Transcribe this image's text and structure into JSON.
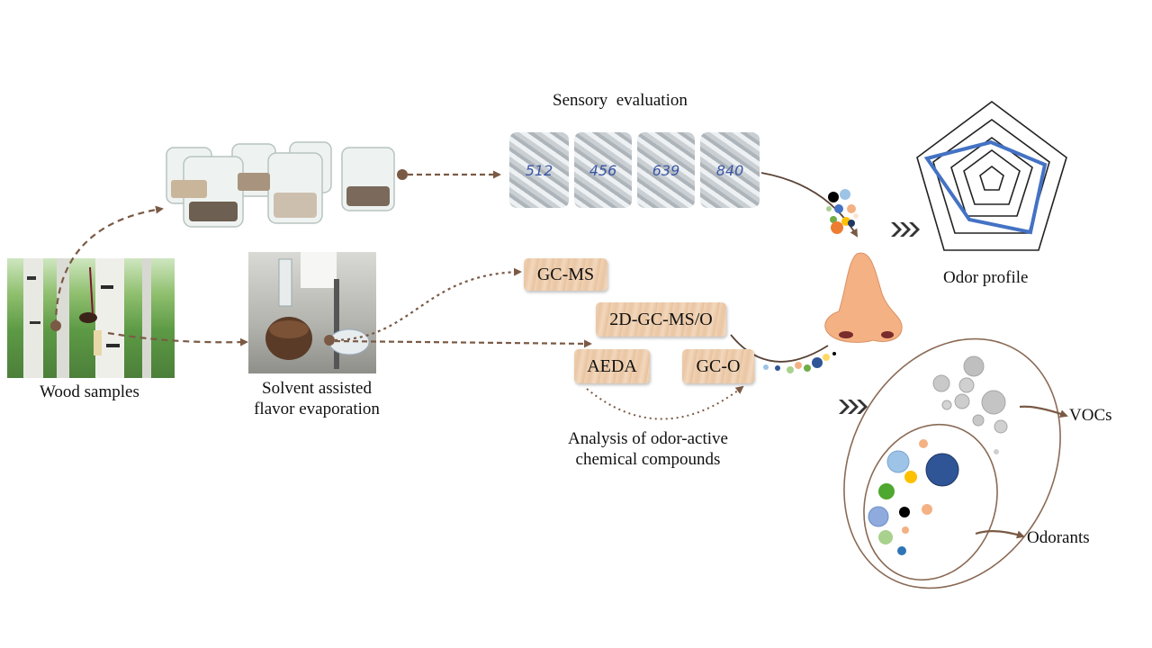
{
  "labels": {
    "wood_samples": "Wood samples",
    "safe_line1": "Solvent assisted",
    "safe_line2": "flavor evaporation",
    "sensory_evaluation": "Sensory  evaluation",
    "odor_profile": "Odor profile",
    "analysis_line1": "Analysis of odor-active",
    "analysis_line2": "chemical compounds",
    "vocs": "VOCs",
    "odorants": "Odorants"
  },
  "methods": {
    "gcms": "GC-MS",
    "gc2d": "2D-GC-MS/O",
    "aeda": "AEDA",
    "gco": "GC-O"
  },
  "jar_labels": [
    "512",
    "456",
    "639",
    "840"
  ],
  "colors": {
    "arrow_brown": "#7a5a45",
    "radar_blue": "#4472c4",
    "nose_skin": "#f4b183",
    "box_wood": "#ecc9a6"
  }
}
